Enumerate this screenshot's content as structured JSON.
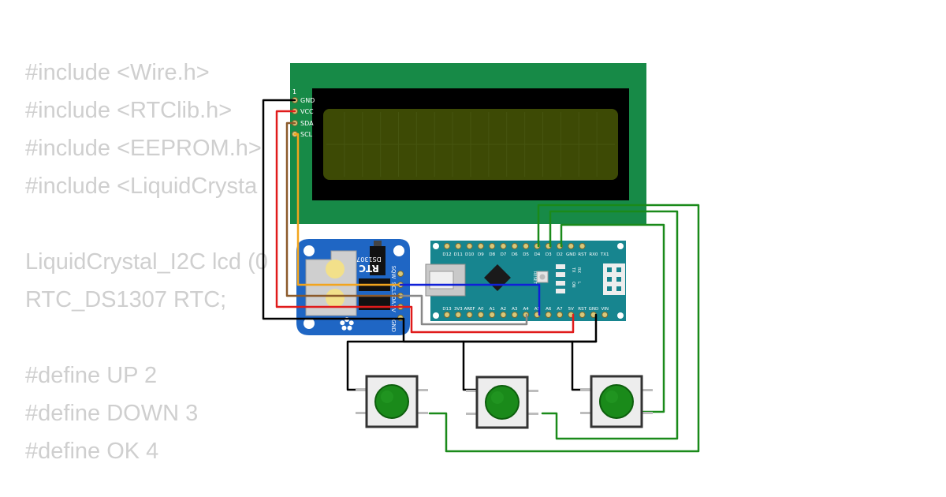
{
  "code_lines": [
    "#include <Wire.h>",
    "#include <RTClib.h>",
    "#include <EEPROM.h>",
    "#include <LiquidCrysta",
    "",
    "LiquidCrystal_I2C lcd (0",
    "RTC_DS1307 RTC;",
    "",
    "#define UP 2",
    "#define DOWN 3",
    "#define OK 4"
  ],
  "lcd": {
    "pin_number": "1",
    "pins": [
      "GND",
      "VCC",
      "SDA",
      "SCL"
    ],
    "screen_color": "#3d4a05",
    "board_color": "#178a47"
  },
  "rtc": {
    "chip_label": "DS1307",
    "title": "RTC",
    "pins": [
      "SQW",
      "SCL",
      "SDA",
      "5V",
      "GND"
    ],
    "board_color": "#1f66c4"
  },
  "nano": {
    "top_pins": [
      "D12",
      "D11",
      "D10",
      "D9",
      "D8",
      "D7",
      "D6",
      "D5",
      "D4",
      "D3",
      "D2",
      "GND",
      "RST",
      "RX0",
      "TX1"
    ],
    "bottom_pins": [
      "D13",
      "3V3",
      "AREF",
      "A0",
      "A1",
      "A2",
      "A3",
      "A4",
      "A5",
      "A6",
      "A7",
      "5V",
      "RST",
      "GND",
      "VIN"
    ],
    "leds": [
      "TX",
      "RX",
      "ON",
      "L"
    ],
    "reset_label": "RESET",
    "board_color": "#17858f"
  },
  "buttons": [
    "up-button",
    "down-button",
    "ok-button"
  ],
  "wire_colors": {
    "gnd": "#000000",
    "vcc": "#e01b1b",
    "sda": "#8b5a2b",
    "scl": "#f2a51e",
    "a4": "#1020d8",
    "a5": "#888888",
    "button": "#1a8a1a"
  }
}
